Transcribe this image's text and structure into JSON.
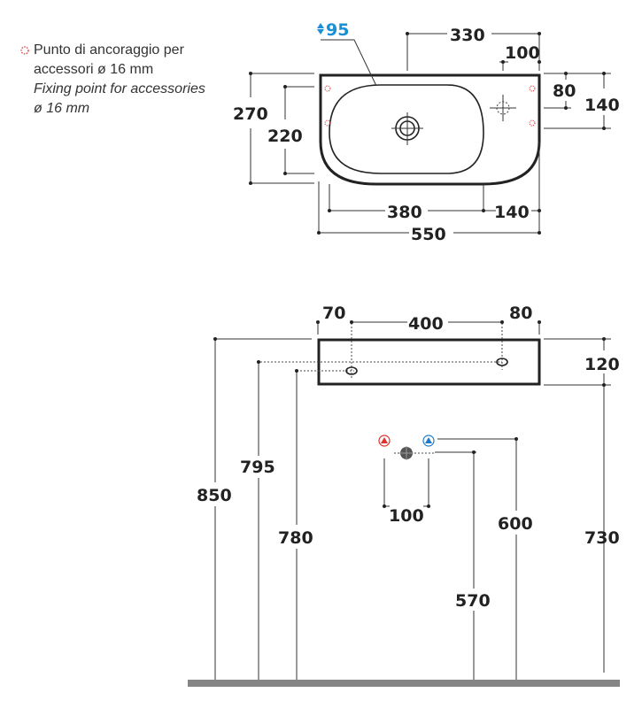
{
  "legend": {
    "line1": "Punto di ancoraggio per",
    "line2": "accessori ø 16 mm",
    "line3": "Fixing point for accessories",
    "line4": "ø 16 mm",
    "marker_color": "#e03030"
  },
  "top_view": {
    "depth_basin": "95",
    "overall_width": "550",
    "bowl_width": "380",
    "right_offset": "140",
    "anchor_span": "330",
    "tap_offset": "100",
    "overall_depth": "270",
    "bowl_depth": "220",
    "tap_depth": "80",
    "right_depth": "140"
  },
  "front_view": {
    "left_offset": "70",
    "fixing_span": "400",
    "right_offset": "80",
    "height": "120",
    "h_top": "850",
    "h_fix_upper": "795",
    "h_fix_lower": "780",
    "h_bottom": "730",
    "supply_spacing": "100",
    "h_supply": "600",
    "h_drain": "570"
  },
  "colors": {
    "hot": "#e03030",
    "cold": "#1f7ac8",
    "accent": "#1a8fd6",
    "floor": "#858585"
  }
}
